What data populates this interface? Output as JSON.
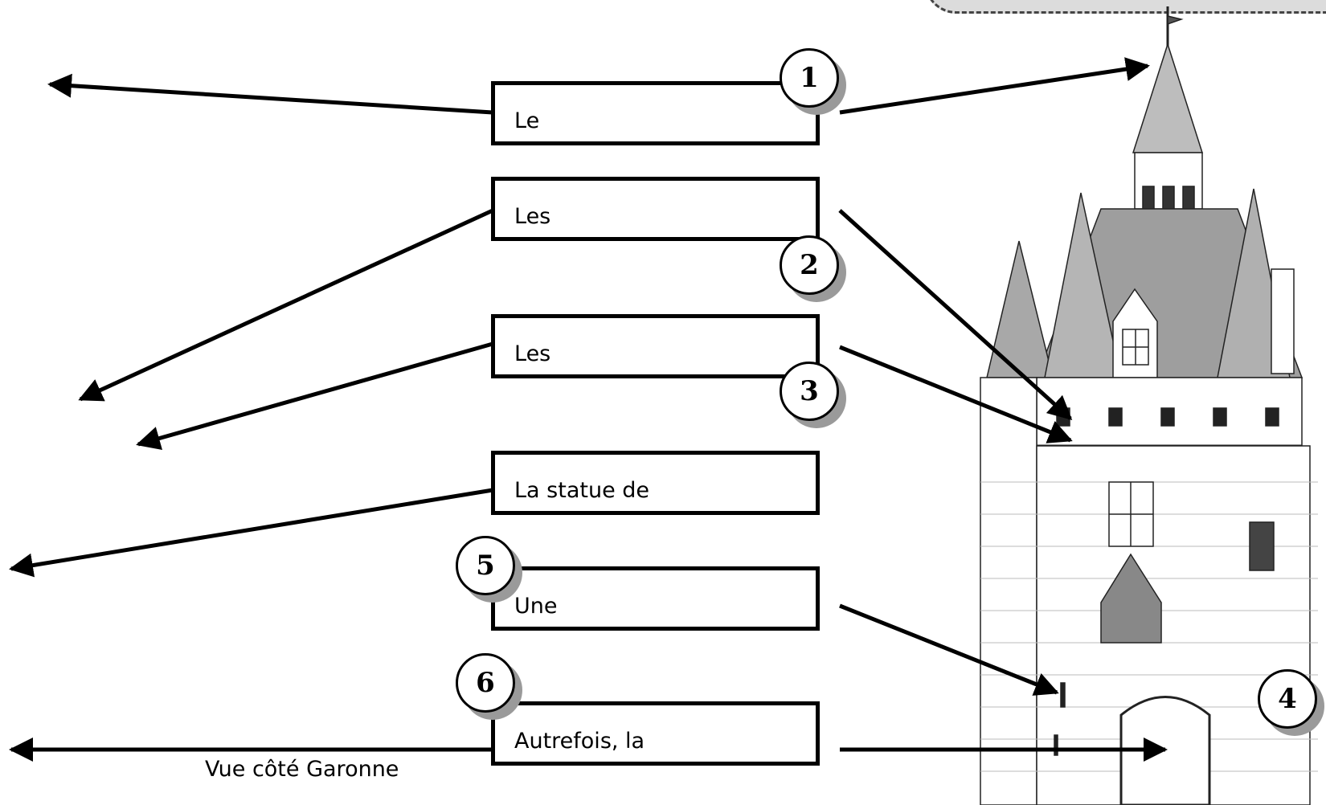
{
  "labels": {
    "box1": "Le",
    "box2": "Les",
    "box3": "Les",
    "box4": "La statue de",
    "box5": "Une",
    "box6": "Autrefois, la"
  },
  "numbers": {
    "n1": "1",
    "n2": "2",
    "n3": "3",
    "n4": "4",
    "n5": "5",
    "n6": "6"
  },
  "caption": "Vue côté Garonne",
  "illustration": "gothic-gate-tower (Grosse Cloche, Bordeaux)"
}
